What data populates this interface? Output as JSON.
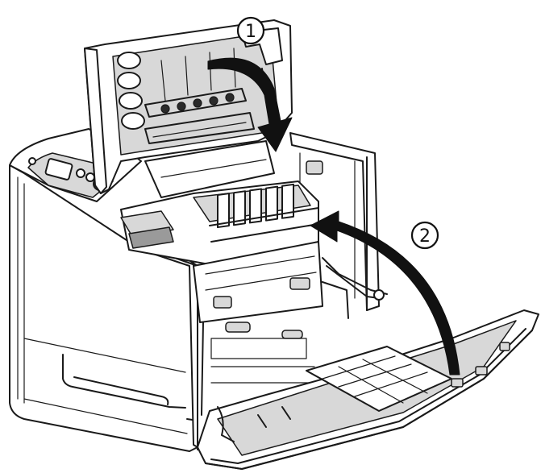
{
  "figure": {
    "subject": "printer-open-covers",
    "step_markers": [
      {
        "id": "step-1",
        "label": "1"
      },
      {
        "id": "step-2",
        "label": "2"
      }
    ],
    "colors": {
      "line": "#1a1a1a",
      "arrow": "#111111",
      "shade": "#d8d8d8",
      "dark_shade": "#9a9a9a",
      "background": "#ffffff"
    },
    "icons": [
      "curved-arrow-icon",
      "curved-arrow-icon"
    ]
  }
}
